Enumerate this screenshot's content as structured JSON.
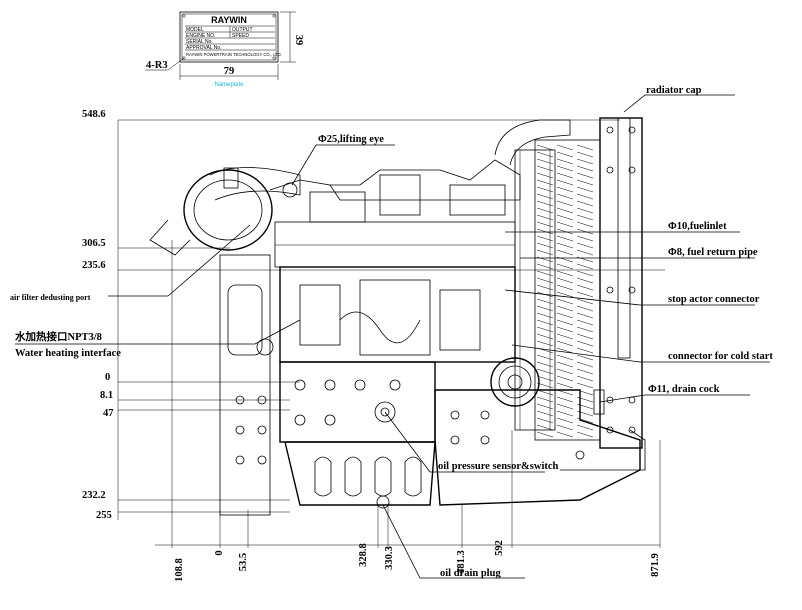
{
  "nameplate": {
    "brand": "RAYWIN",
    "rows": [
      [
        "MODEL",
        "OUTPUT"
      ],
      [
        "ENGINE NO.",
        "SPEED"
      ],
      [
        "SERIAL No.",
        ""
      ],
      [
        "APPROVAL No.",
        ""
      ]
    ],
    "footer": "RAYWIN POWERTRAIN TECHNOLOGY CO., LTD.",
    "hole_label": "4-R3",
    "width_dim": "79",
    "height_dim": "39",
    "caption": "Nameplate"
  },
  "callouts": {
    "radiator_cap": "radiator cap",
    "lifting_eye": "Φ25,lifting eye",
    "fuel_inlet": "Φ10,fuelinlet",
    "fuel_return": "Φ8, fuel return pipe",
    "air_filter": "air filter dedusting port",
    "stop_actor": "stop actor connector",
    "water_cn": "水加热接口NPT3/8",
    "water_en": "Water heating interface",
    "cold_start": "connector for cold start",
    "drain_cock": "Φ11, drain cock",
    "oil_pressure": "oil pressure sensor&switch",
    "oil_drain": "oil drain plug"
  },
  "vertical_dims": [
    "548.6",
    "306.5",
    "235.6",
    "0",
    "8.1",
    "47",
    "232.2",
    "255"
  ],
  "horizontal_dims": [
    "108.8",
    "0",
    "53.5",
    "328.8",
    "330.3",
    "481.3",
    "592",
    "871.9"
  ]
}
